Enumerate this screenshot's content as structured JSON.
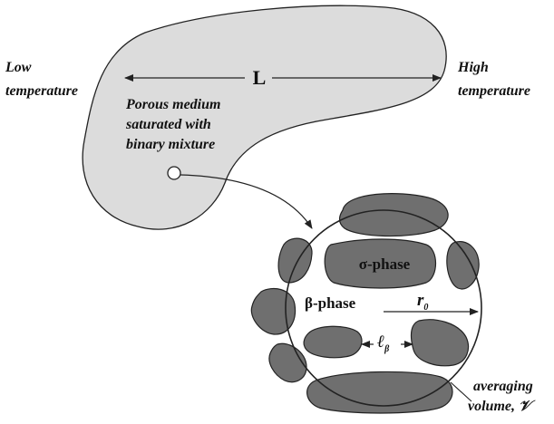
{
  "diagram": {
    "length_label": "L",
    "low_temp": {
      "line1": "Low",
      "line2": "temperature"
    },
    "high_temp": {
      "line1": "High",
      "line2": "temperature"
    },
    "medium": {
      "line1": "Porous medium",
      "line2": "saturated with",
      "line3": "binary mixture"
    },
    "sigma_phase": "σ-phase",
    "beta_phase": "β-phase",
    "radius": {
      "symbol": "r",
      "subscript": "0"
    },
    "pore_length": {
      "symbol": "ℓ",
      "subscript": "β"
    },
    "averaging": {
      "line1": "averaging",
      "line2": "volume, 𝒱"
    }
  },
  "colors": {
    "region_fill": "#dcdcdc",
    "grain_fill": "#6f6f6f",
    "stroke": "#222222"
  }
}
